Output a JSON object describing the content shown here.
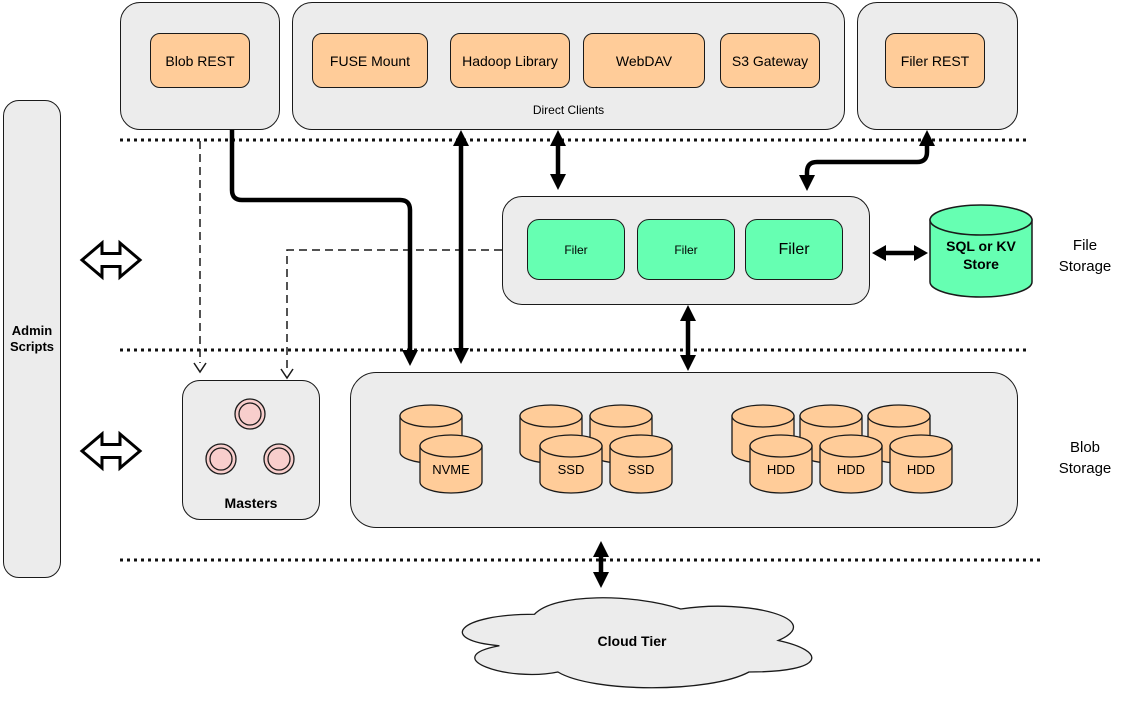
{
  "admin_scripts": {
    "label": "Admin Scripts"
  },
  "top_row": {
    "blob_rest": {
      "label": "Blob REST"
    },
    "direct_clients": {
      "label": "Direct Clients",
      "clients": [
        {
          "label": "FUSE Mount"
        },
        {
          "label": "Hadoop Library"
        },
        {
          "label": "WebDAV"
        },
        {
          "label": "S3 Gateway"
        }
      ]
    },
    "filer_rest": {
      "label": "Filer REST"
    }
  },
  "file_storage_layer": {
    "layer_label": "File Storage",
    "filers": [
      {
        "label": "Filer"
      },
      {
        "label": "Filer"
      },
      {
        "label": "Filer"
      }
    ],
    "kv_store": {
      "label": "SQL or KV Store"
    }
  },
  "blob_storage_layer": {
    "layer_label": "Blob Storage",
    "masters": {
      "label": "Masters"
    },
    "volume_servers": [
      {
        "label": "NVME"
      },
      {
        "label": "SSD"
      },
      {
        "label": "SSD"
      },
      {
        "label": "HDD"
      },
      {
        "label": "HDD"
      },
      {
        "label": "HDD"
      }
    ]
  },
  "cloud_tier": {
    "label": "Cloud Tier"
  },
  "colors": {
    "container_fill": "#ececec",
    "client_fill": "#ffcc99",
    "filer_fill": "#66ffb2",
    "master_fill": "#f8cecc",
    "stroke": "#1a1a1a"
  }
}
